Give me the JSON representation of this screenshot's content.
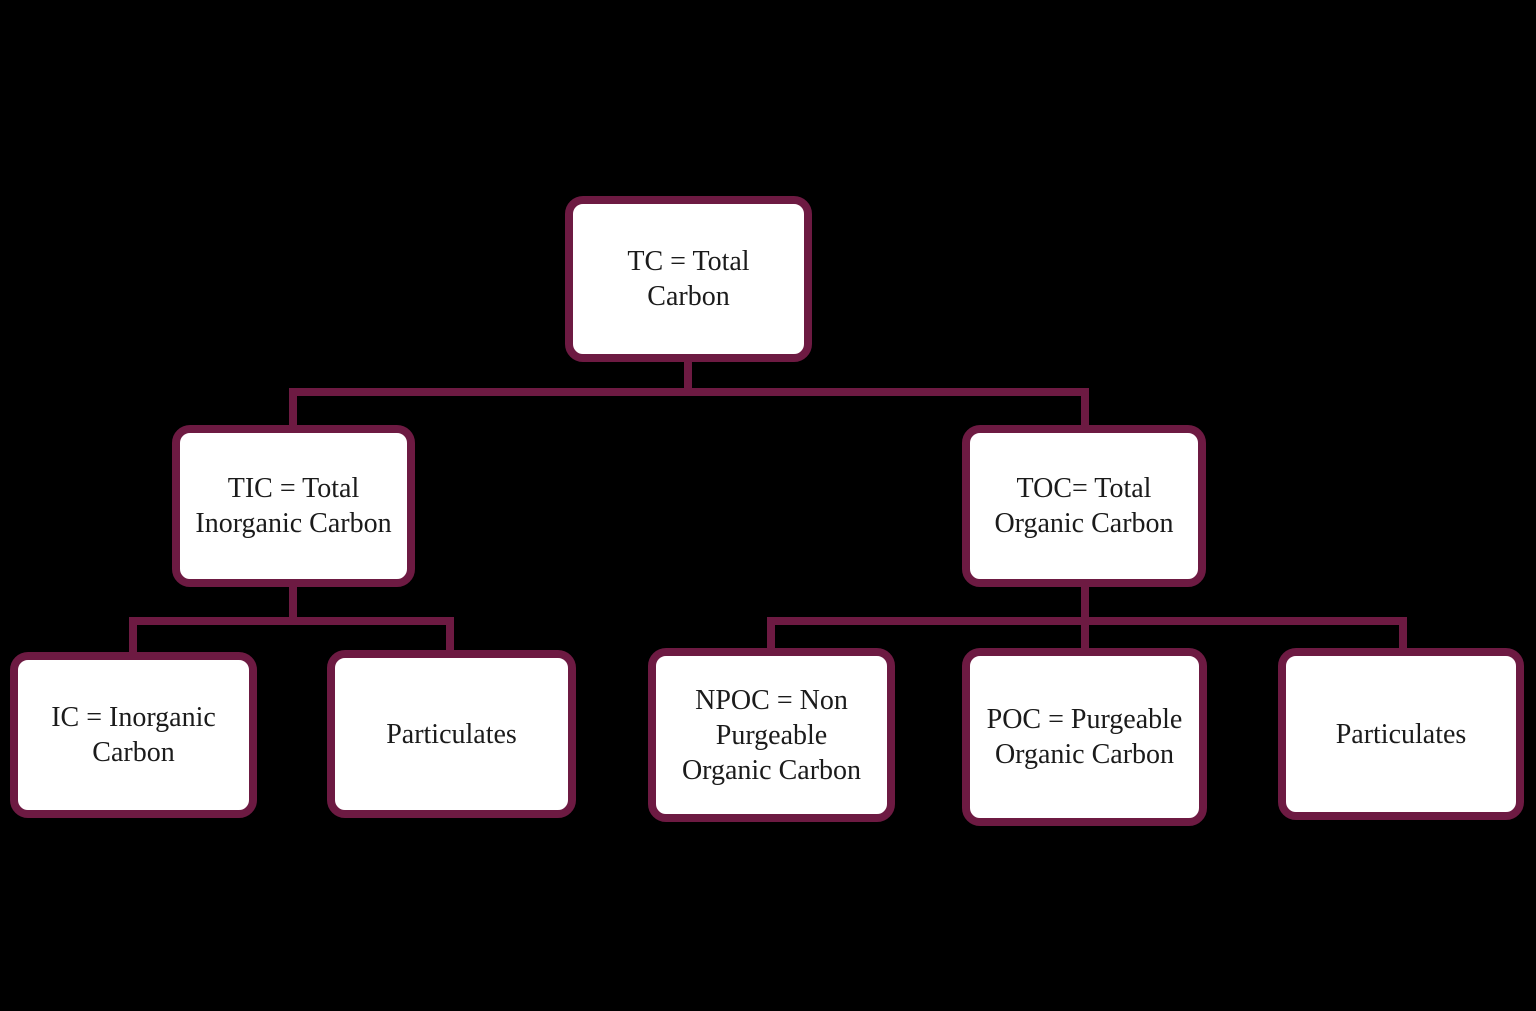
{
  "colors": {
    "background": "#000000",
    "box_fill": "#ffffff",
    "box_border": "#6d1a42",
    "connector": "#6d1a42",
    "text": "#1b1b1b"
  },
  "diagram": {
    "type": "hierarchy-tree",
    "nodes": {
      "tc": {
        "id": "tc",
        "label": "TC = Total Carbon",
        "level": 0
      },
      "tic": {
        "id": "tic",
        "label": "TIC = Total Inorganic Carbon",
        "level": 1,
        "parent": "tc"
      },
      "toc": {
        "id": "toc",
        "label": "TOC= Total Organic Carbon",
        "level": 1,
        "parent": "tc"
      },
      "ic": {
        "id": "ic",
        "label": "IC = Inorganic Carbon",
        "level": 2,
        "parent": "tic"
      },
      "particulates_left": {
        "id": "particulates_left",
        "label": "Particulates",
        "level": 2,
        "parent": "tic"
      },
      "npoc": {
        "id": "npoc",
        "label": "NPOC = Non Purgeable Organic Carbon",
        "level": 2,
        "parent": "toc"
      },
      "poc": {
        "id": "poc",
        "label": "POC = Purgeable Organic Carbon",
        "level": 2,
        "parent": "toc"
      },
      "particulates_right": {
        "id": "particulates_right",
        "label": "Particulates",
        "level": 2,
        "parent": "toc"
      }
    },
    "edges": [
      {
        "from": "tc",
        "to": "tic"
      },
      {
        "from": "tc",
        "to": "toc"
      },
      {
        "from": "tic",
        "to": "ic"
      },
      {
        "from": "tic",
        "to": "particulates_left"
      },
      {
        "from": "toc",
        "to": "npoc"
      },
      {
        "from": "toc",
        "to": "poc"
      },
      {
        "from": "toc",
        "to": "particulates_right"
      }
    ]
  }
}
